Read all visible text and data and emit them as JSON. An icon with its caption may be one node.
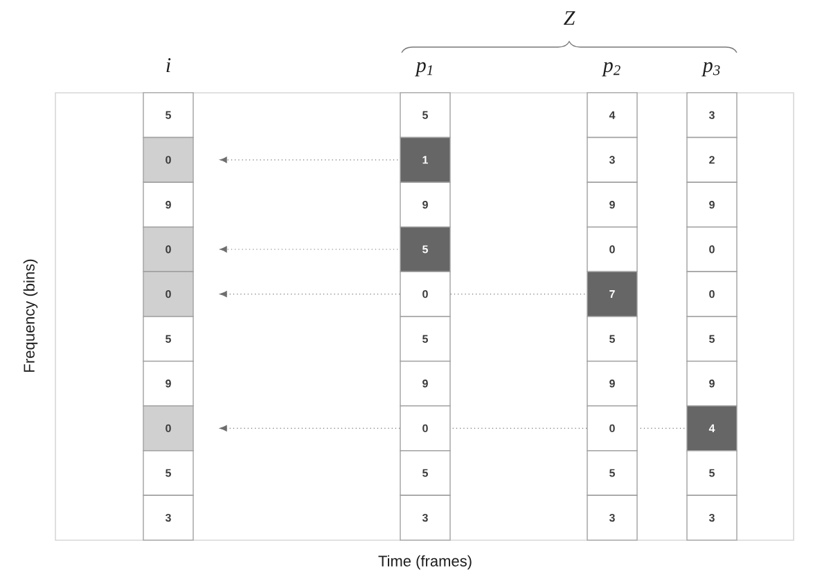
{
  "diagram": {
    "nodes": [
      {
        "text": [
          "5"
        ]
      },
      {
        "text": [
          "5"
        ]
      },
      {
        "text": [
          "4"
        ]
      },
      {
        "text": [
          "3"
        ]
      },
      {
        "text": [
          "0"
        ]
      },
      {
        "text": [
          "1"
        ]
      },
      {
        "text": [
          "3"
        ]
      },
      {
        "text": [
          "2"
        ]
      },
      {
        "text": [
          "9"
        ]
      },
      {
        "text": [
          "9"
        ]
      },
      {
        "text": [
          "9"
        ]
      },
      {
        "text": [
          "9"
        ]
      },
      {
        "text": [
          "0"
        ]
      },
      {
        "text": [
          "5"
        ]
      },
      {
        "text": [
          "0"
        ]
      },
      {
        "text": [
          "0"
        ]
      },
      {
        "text": [
          "0"
        ]
      },
      {
        "text": [
          "0"
        ]
      },
      {
        "text": [
          "7"
        ]
      },
      {
        "text": [
          "0"
        ]
      },
      {
        "text": [
          "5"
        ]
      },
      {
        "text": [
          "5"
        ]
      },
      {
        "text": [
          "5"
        ]
      },
      {
        "text": [
          "5"
        ]
      },
      {
        "text": [
          "9"
        ]
      },
      {
        "text": [
          "9"
        ]
      },
      {
        "text": [
          "9"
        ]
      },
      {
        "text": [
          "9"
        ]
      },
      {
        "text": [
          "0"
        ]
      },
      {
        "text": [
          "0"
        ]
      },
      {
        "text": [
          "0"
        ]
      },
      {
        "text": [
          "4"
        ]
      },
      {
        "text": [
          "5"
        ]
      },
      {
        "text": [
          "5"
        ]
      },
      {
        "text": [
          "5"
        ]
      },
      {
        "text": [
          "5"
        ]
      },
      {
        "text": [
          "3"
        ]
      },
      {
        "text": [
          "3"
        ]
      },
      {
        "text": [
          "3"
        ]
      },
      {
        "text": [
          "3"
        ]
      }
    ],
    "edges": [
      {
        "from": 5,
        "to": 4,
        "arrow": "to",
        "style": "dashed"
      },
      {
        "from": 13,
        "to": 12,
        "arrow": "to",
        "style": "dashed"
      },
      {
        "from": 18,
        "to": 17,
        "arrow": "none",
        "style": "dashed"
      },
      {
        "from": 17,
        "to": 16,
        "arrow": "to",
        "style": "dashed"
      },
      {
        "from": 31,
        "to": 30,
        "arrow": "none",
        "style": "dashed"
      },
      {
        "from": 30,
        "to": 29,
        "arrow": "none",
        "style": "dashed"
      },
      {
        "from": 29,
        "to": 28,
        "arrow": "to",
        "style": "dashed"
      }
    ],
    "labels": [
      "Z",
      "i",
      "p$_{1}$",
      "p$_{2}$",
      "p$_{3}$",
      "Frequency (bins)",
      "Time (frames)"
    ]
  }
}
